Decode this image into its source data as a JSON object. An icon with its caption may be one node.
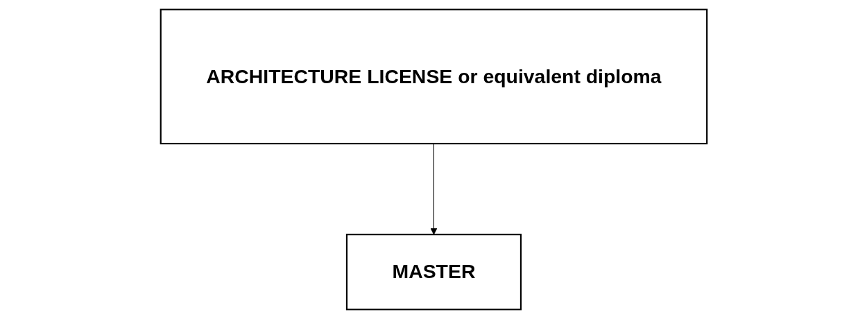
{
  "diagram": {
    "nodes": [
      {
        "text": [
          "ARCHITECTURE LICENSE or equivalent diploma"
        ]
      },
      {
        "text": [
          "MASTER"
        ]
      }
    ],
    "edges": [
      {
        "from": 0,
        "to": 1,
        "arrow": "to"
      }
    ]
  }
}
